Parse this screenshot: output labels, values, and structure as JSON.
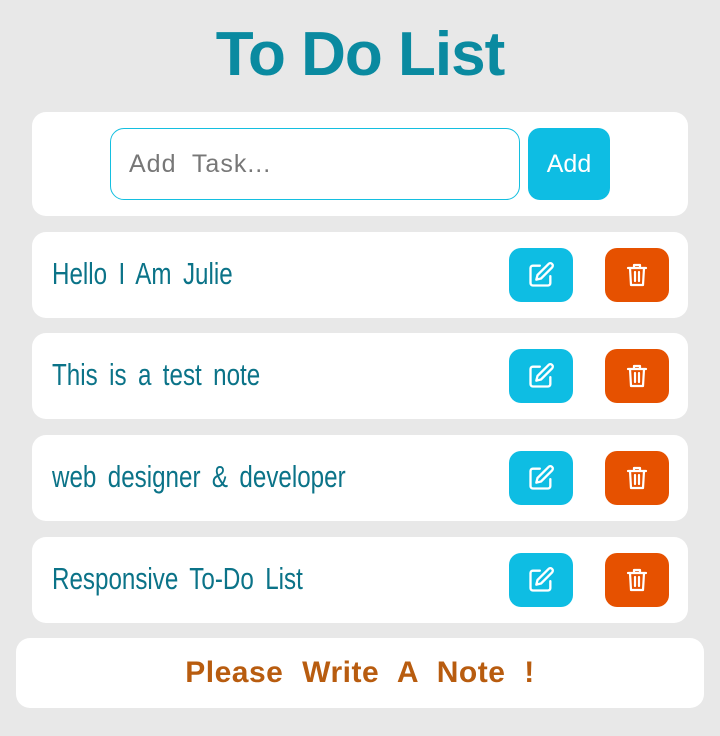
{
  "header": {
    "title": "To Do List"
  },
  "add_form": {
    "placeholder": "Add  Task...",
    "value": "",
    "button_label": "Add"
  },
  "tasks": [
    {
      "text": "Hello I Am Julie"
    },
    {
      "text": "This is a test note"
    },
    {
      "text": "web designer & developer"
    },
    {
      "text": "Responsive To-Do List"
    }
  ],
  "task_actions": {
    "edit_icon": "edit-icon",
    "delete_icon": "trash-icon"
  },
  "footer": {
    "message": "Please  Write  A  Note  !"
  },
  "colors": {
    "title": "#0a8aa0",
    "accent": "#0ebde3",
    "delete": "#e65100",
    "task_text": "#0b7388",
    "note_text": "#b85c0f",
    "background": "#e8e8e8"
  }
}
